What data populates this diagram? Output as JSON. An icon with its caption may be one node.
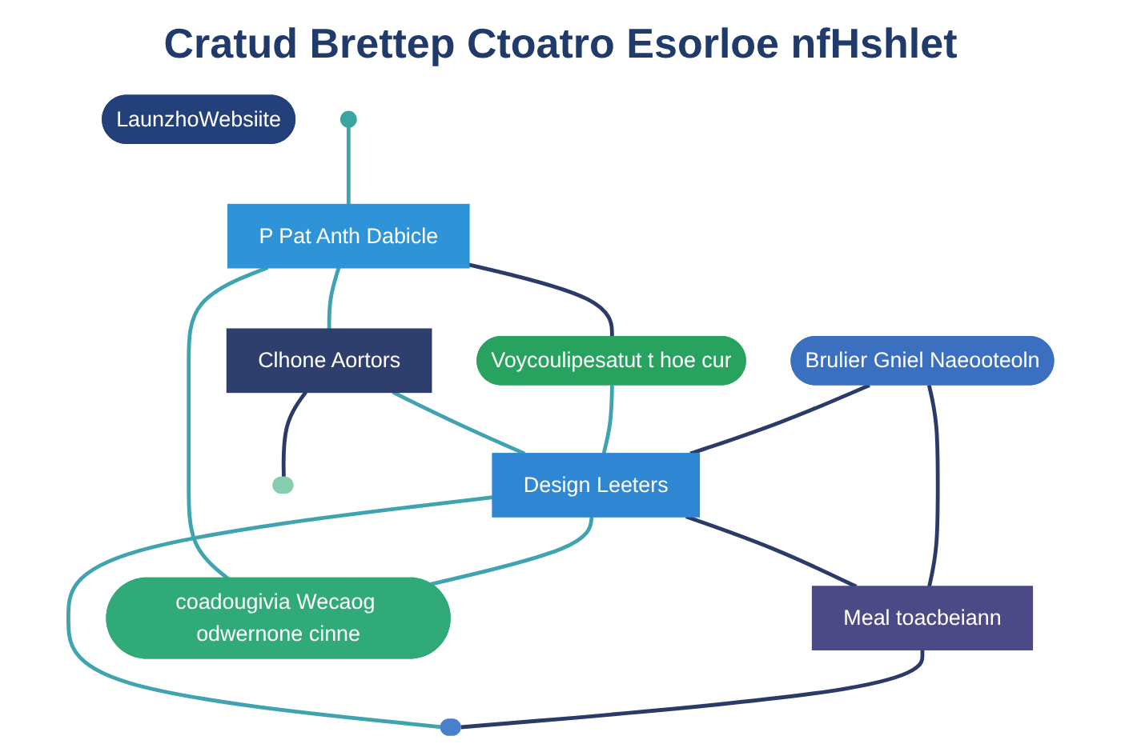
{
  "diagram": {
    "title": "Cratud Brettep Ctoatro Esorloe nfHshlet",
    "nodes": [
      {
        "text": [
          "P Pat Anth Dabicle"
        ]
      },
      {
        "text": [
          "Clhone Aortors"
        ]
      },
      {
        "text": [
          "Design Leeters"
        ]
      },
      {
        "text": [
          "Meal toacbeiann"
        ]
      },
      {
        "text": [
          "Voycoulipesatut t hoe cur"
        ]
      },
      {
        "text": [
          "Brulier Gniel Naeooteoln"
        ]
      },
      {
        "text": [
          "LaunzhoWebsiite"
        ]
      },
      {
        "text": [],
        "shape": "pill"
      },
      {
        "text": [
          "coadougivia Wecaog odwernone cinne"
        ]
      },
      {
        "text": [],
        "shape": "pill"
      },
      {
        "text": [],
        "shape": "circle"
      }
    ],
    "edges": [
      {
        "from": 10,
        "to": 0,
        "arrow": "none"
      },
      {
        "from": 0,
        "to": 1,
        "arrow": "none"
      },
      {
        "from": 1,
        "to": 2,
        "arrow": "none"
      },
      {
        "from": 2,
        "to": 3,
        "arrow": "none",
        "color": "#2b3a67"
      },
      {
        "from": 0,
        "to": 4,
        "arrow": "none",
        "color": "#2b3a67"
      },
      {
        "from": 4,
        "to": 2,
        "arrow": "none"
      },
      {
        "from": 5,
        "to": 2,
        "arrow": "none",
        "color": "#2b3a67"
      },
      {
        "from": 5,
        "to": 3,
        "arrow": "none",
        "color": "#2b3a67"
      },
      {
        "from": 0,
        "to": 8,
        "arrow": "none"
      },
      {
        "from": 1,
        "to": 7,
        "arrow": "none",
        "color": "#2b3a67"
      },
      {
        "from": 2,
        "to": 8,
        "arrow": "none"
      },
      {
        "from": 2,
        "to": 9,
        "arrow": "none"
      },
      {
        "from": 3,
        "to": 9,
        "arrow": "none",
        "color": "#2b3a67"
      }
    ]
  }
}
